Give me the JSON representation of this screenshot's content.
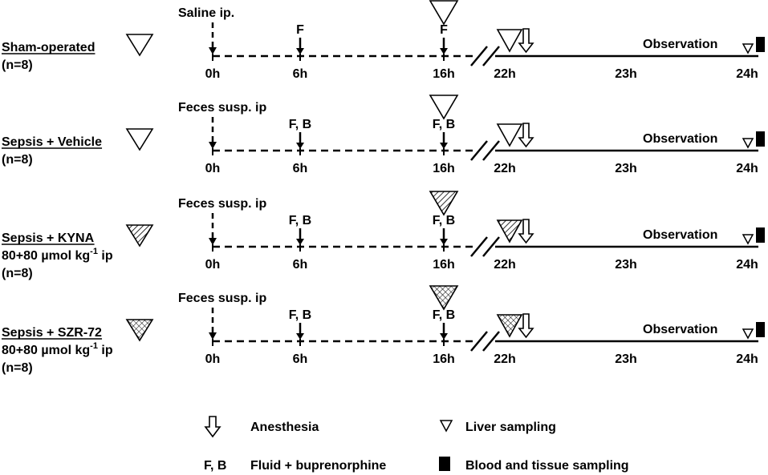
{
  "colors": {
    "ink": "#000000",
    "paper": "#ffffff"
  },
  "groups": [
    {
      "name": "Sham-operated",
      "size": "(n=8)",
      "dose_prefix": "",
      "dose_sup": "",
      "dose_suffix": "",
      "treatment_icon": "open-triangle-icon",
      "injection": "Saline ip.",
      "intervention": "F",
      "times": [
        "0h",
        "6h",
        "16h",
        "22h",
        "23h",
        "24h"
      ],
      "phase": "Observation"
    },
    {
      "name": "Sepsis + Vehicle",
      "size": "(n=8)",
      "dose_prefix": "",
      "dose_sup": "",
      "dose_suffix": "",
      "treatment_icon": "open-triangle-icon",
      "injection": "Feces susp. ip",
      "intervention": "F, B",
      "times": [
        "0h",
        "6h",
        "16h",
        "22h",
        "23h",
        "24h"
      ],
      "phase": "Observation"
    },
    {
      "name": "Sepsis + KYNA",
      "size": "(n=8)",
      "dose_prefix": "80+80 µmol kg",
      "dose_sup": "-1",
      "dose_suffix": " ip",
      "treatment_icon": "hatched-triangle-icon",
      "injection": "Feces susp. ip",
      "intervention": "F, B",
      "times": [
        "0h",
        "6h",
        "16h",
        "22h",
        "23h",
        "24h"
      ],
      "phase": "Observation"
    },
    {
      "name": "Sepsis + SZR-72",
      "size": "(n=8)",
      "dose_prefix": "80+80 µmol kg",
      "dose_sup": "-1",
      "dose_suffix": " ip",
      "treatment_icon": "crosshatched-triangle-icon",
      "injection": "Feces susp. ip",
      "intervention": "F, B",
      "times": [
        "0h",
        "6h",
        "16h",
        "22h",
        "23h",
        "24h"
      ],
      "phase": "Observation"
    }
  ],
  "legend": {
    "anesthesia": {
      "icon": "open-arrow-down-icon",
      "label": "Anesthesia"
    },
    "fluid": {
      "key": "F, B",
      "label": "Fluid + buprenorphine"
    },
    "liver": {
      "icon": "small-open-triangle-icon",
      "label": "Liver sampling"
    },
    "blood": {
      "icon": "black-rectangle-icon",
      "label": "Blood and tissue sampling"
    }
  }
}
